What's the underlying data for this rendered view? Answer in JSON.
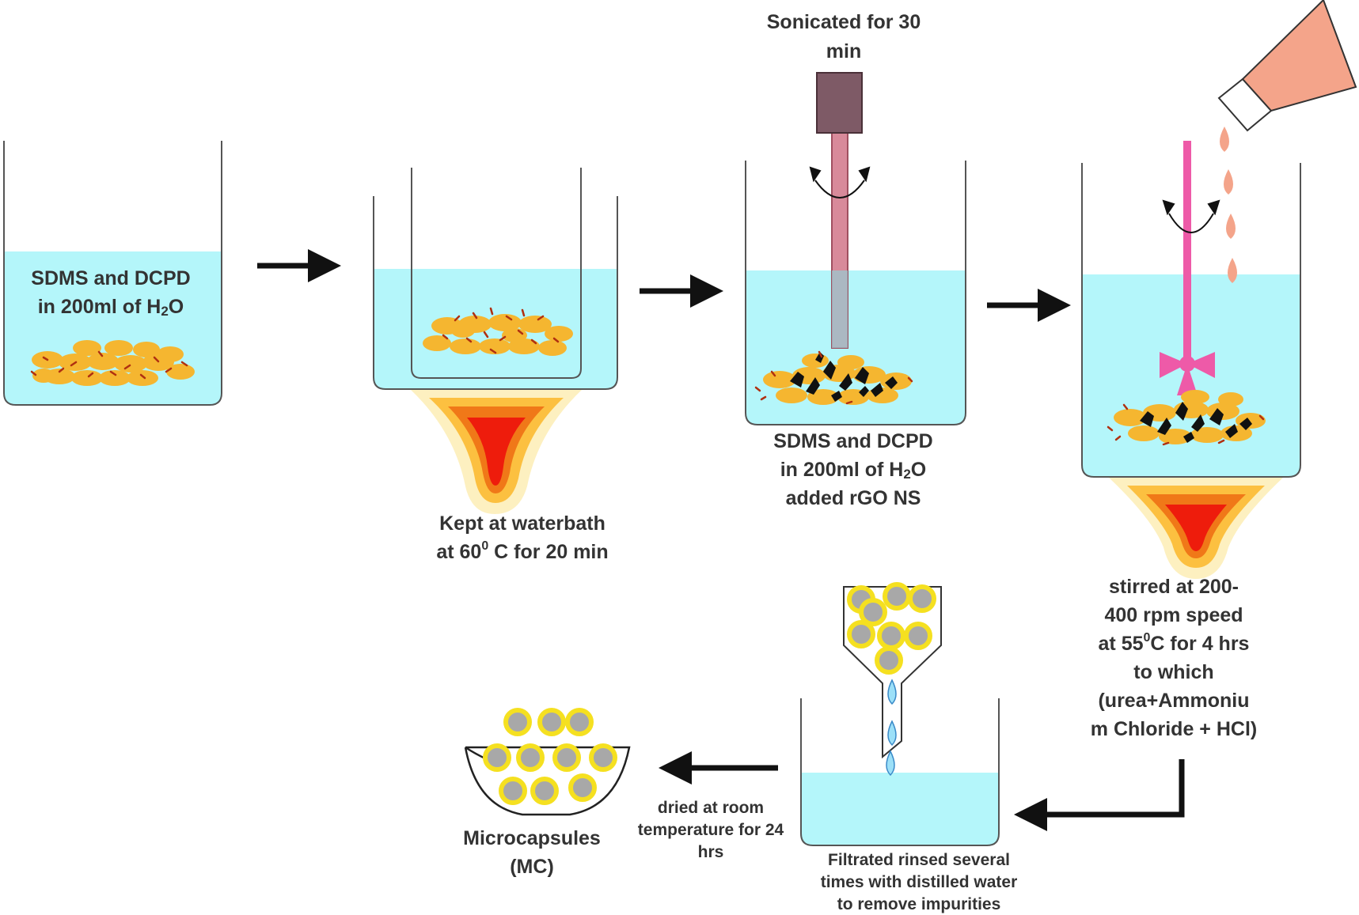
{
  "steps": {
    "step1": {
      "line1": "SDMS and DCPD",
      "line2_prefix": "in 200ml of H",
      "line2_sub": "2",
      "line2_suffix": "O"
    },
    "step2": {
      "line1": "Kept at waterbath",
      "line2_prefix": "at 60",
      "line2_sup": "0",
      "line2_suffix": " C for 20 min"
    },
    "step3": {
      "top_line1": "Sonicated for 30",
      "top_line2": "min",
      "line1": "SDMS and DCPD",
      "line2_prefix": "in 200ml of H",
      "line2_sub": "2",
      "line2_suffix": "O",
      "line3": "added rGO NS"
    },
    "step4": {
      "line1": "stirred at 200-",
      "line2": "400 rpm speed",
      "line3_prefix": "at 55",
      "line3_sup": "0",
      "line3_suffix": "C for 4 hrs",
      "line4": "to which",
      "line5": "(urea+Ammoniu",
      "line6": "m Chloride + HCl)"
    },
    "step5": {
      "line1": "Filtrated rinsed several",
      "line2": "times with distilled water",
      "line3": "to remove impurities"
    },
    "step6": {
      "line1": "dried at room",
      "line2": "temperature for 24",
      "line3": "hrs"
    },
    "result": {
      "line1": "Microcapsules",
      "line2": "(MC)"
    }
  },
  "colors": {
    "water": "#b4f6fa",
    "beaker_stroke": "#555555",
    "particle": "#f5b630",
    "flame_outer": "#fdf0c0",
    "flame_mid": "#fcc040",
    "flame_inner": "#f07818",
    "flame_core": "#ee1c0c",
    "sonicator_head": "#7e5a66",
    "sonicator_probe": "#d88a9a",
    "stirrer": "#ee5aa8",
    "flask": "#f4a48a",
    "capsule_shell": "#f5e020",
    "capsule_core": "#a8a8a8",
    "arrow": "#111111",
    "text": "#333333"
  }
}
